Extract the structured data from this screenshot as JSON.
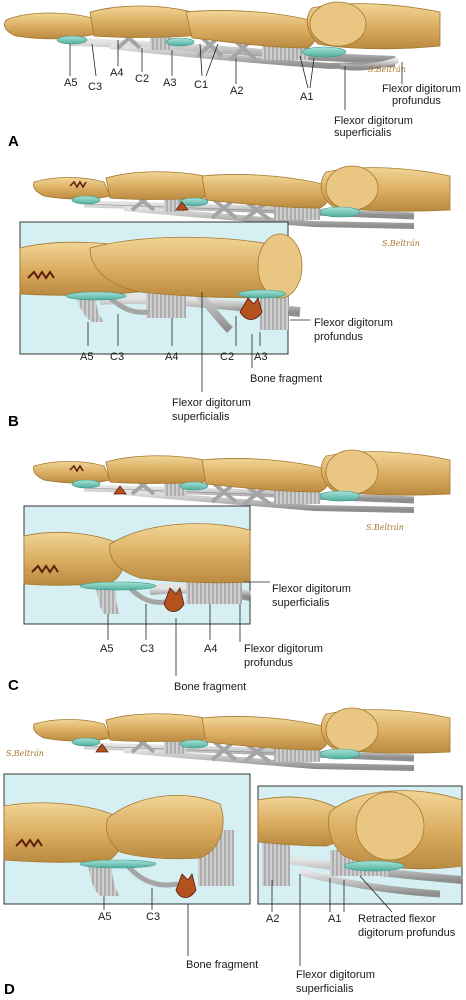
{
  "colors": {
    "bone": "#d9ab5f",
    "bone_light": "#f1d596",
    "bone_edge": "#a4782f",
    "pulley": "#7fcfc1",
    "pulley_edge": "#3f9a8c",
    "tendon": "#c7c7c7",
    "tendon_edge": "#7d7d7d",
    "fragment": "#b3521f",
    "inset_bg": "#d5eff3",
    "signature": "#a9782f"
  },
  "signature": "S.Beltrán",
  "panels": {
    "a": {
      "letter": "A",
      "labels": {
        "a5": "A5",
        "c3": "C3",
        "a4": "A4",
        "c2": "C2",
        "a3": "A3",
        "c1": "C1",
        "a2": "A2",
        "a1": "A1",
        "fdp_1": "Flexor digitorum",
        "fdp_2": "profundus",
        "fds_1": "Flexor digitorum",
        "fds_2": "superficialis"
      }
    },
    "b": {
      "letter": "B",
      "labels": {
        "fdp_1": "Flexor digitorum",
        "fdp_2": "profundus",
        "a5": "A5",
        "c3": "C3",
        "a4": "A4",
        "c2": "C2",
        "a3": "A3",
        "bone_fragment": "Bone fragment",
        "fds_1": "Flexor digitorum",
        "fds_2": "superficialis"
      }
    },
    "c": {
      "letter": "C",
      "labels": {
        "fds_1": "Flexor digitorum",
        "fds_2": "superficialis",
        "a5": "A5",
        "c3": "C3",
        "a4": "A4",
        "fdp_1": "Flexor digitorum",
        "fdp_2": "profundus",
        "bone_fragment": "Bone fragment"
      }
    },
    "d": {
      "letter": "D",
      "labels": {
        "a5": "A5",
        "c3": "C3",
        "bone_fragment": "Bone fragment",
        "a2": "A2",
        "a1": "A1",
        "retracted_1": "Retracted flexor",
        "retracted_2": "digitorum profundus",
        "fds_1": "Flexor digitorum",
        "fds_2": "superficialis"
      }
    }
  }
}
